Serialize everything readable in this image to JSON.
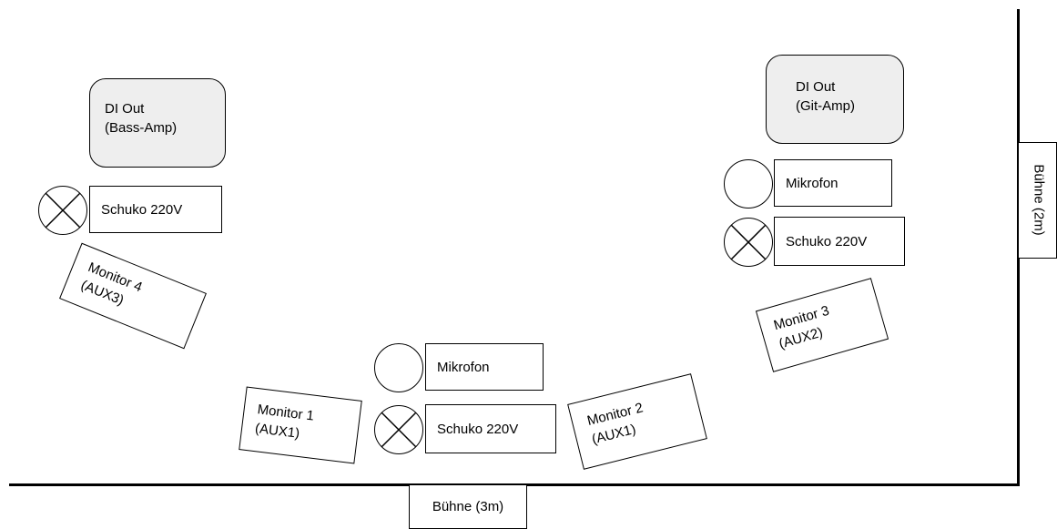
{
  "stage_labels": {
    "bottom": "Bühne (3m)",
    "right": "Bühne (2m)"
  },
  "di_boxes": {
    "bass": "DI Out\n(Bass-Amp)",
    "git": "DI Out\n(Git-Amp)"
  },
  "sockets": {
    "left": "Schuko 220V",
    "right": "Schuko 220V",
    "center": "Schuko 220V"
  },
  "mics": {
    "right": "Mikrofon",
    "center": "Mikrofon"
  },
  "monitors": {
    "m1": "Monitor 1\n(AUX1)",
    "m2": "Monitor 2\n(AUX1)",
    "m3": "Monitor 3\n(AUX2)",
    "m4": "Monitor 4\n(AUX3)"
  }
}
